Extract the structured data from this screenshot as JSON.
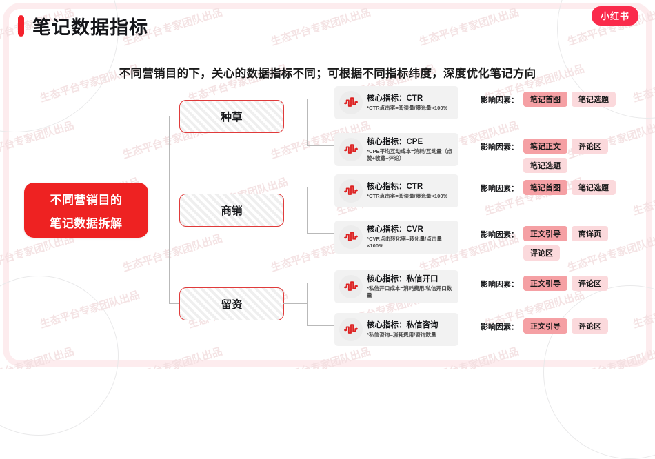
{
  "header": {
    "title": "笔记数据指标",
    "logo": "小红书",
    "subtitle": "不同营销目的下，关心的数据指标不同；可根据不同指标纬度，深度优化笔记方向"
  },
  "watermark": {
    "text": "生态平台专家团队出品"
  },
  "colors": {
    "brand_red": "#ee2222",
    "logo_red": "#fa2a4b",
    "frame_pink": "#fdecee",
    "tag_strong": "#f5a0a4",
    "tag_light": "#fbd9dc",
    "card_bg": "#f2f2f2",
    "line_gray": "#b9b9b9"
  },
  "mindmap": {
    "root": {
      "line1": "不同营销目的",
      "line2": "笔记数据拆解"
    },
    "branches": [
      {
        "label": "种草"
      },
      {
        "label": "商销"
      },
      {
        "label": "留资"
      }
    ],
    "metrics": [
      {
        "icon": "pulse-wave-icon",
        "title": "核心指标：CTR",
        "note": "*CTR点击率=阅读量/曝光量×100%",
        "factor_label": "影响因素：",
        "tags": [
          {
            "text": "笔记首图",
            "style": "strong"
          },
          {
            "text": "笔记选题",
            "style": "light"
          }
        ]
      },
      {
        "icon": "pulse-wave-icon",
        "title": "核心指标：CPE",
        "note": "*CPE平均互动成本=消耗/互动量（点赞+收藏+评论）",
        "factor_label": "影响因素：",
        "tags": [
          {
            "text": "笔记正文",
            "style": "strong"
          },
          {
            "text": "评论区",
            "style": "light"
          },
          {
            "text": "笔记选题",
            "style": "light"
          }
        ]
      },
      {
        "icon": "pulse-wave-icon",
        "title": "核心指标：CTR",
        "note": "*CTR点击率=阅读量/曝光量×100%",
        "factor_label": "影响因素：",
        "tags": [
          {
            "text": "笔记首图",
            "style": "strong"
          },
          {
            "text": "笔记选题",
            "style": "light"
          }
        ]
      },
      {
        "icon": "pulse-wave-icon",
        "title": "核心指标：CVR",
        "note": "*CVR点击转化率=转化量/点击量×100%",
        "factor_label": "影响因素：",
        "tags": [
          {
            "text": "正文引导",
            "style": "strong"
          },
          {
            "text": "商详页",
            "style": "light"
          },
          {
            "text": "评论区",
            "style": "light"
          }
        ]
      },
      {
        "icon": "pulse-wave-icon",
        "title": "核心指标：私信开口",
        "note": "*私信开口成本=消耗费用/私信开口数量",
        "factor_label": "影响因素：",
        "tags": [
          {
            "text": "正文引导",
            "style": "strong"
          },
          {
            "text": "评论区",
            "style": "light"
          }
        ]
      },
      {
        "icon": "pulse-wave-icon",
        "title": "核心指标：私信咨询",
        "note": "*私信咨询=消耗费用/咨询数量",
        "factor_label": "影响因素：",
        "tags": [
          {
            "text": "正文引导",
            "style": "strong"
          },
          {
            "text": "评论区",
            "style": "light"
          }
        ]
      }
    ]
  }
}
